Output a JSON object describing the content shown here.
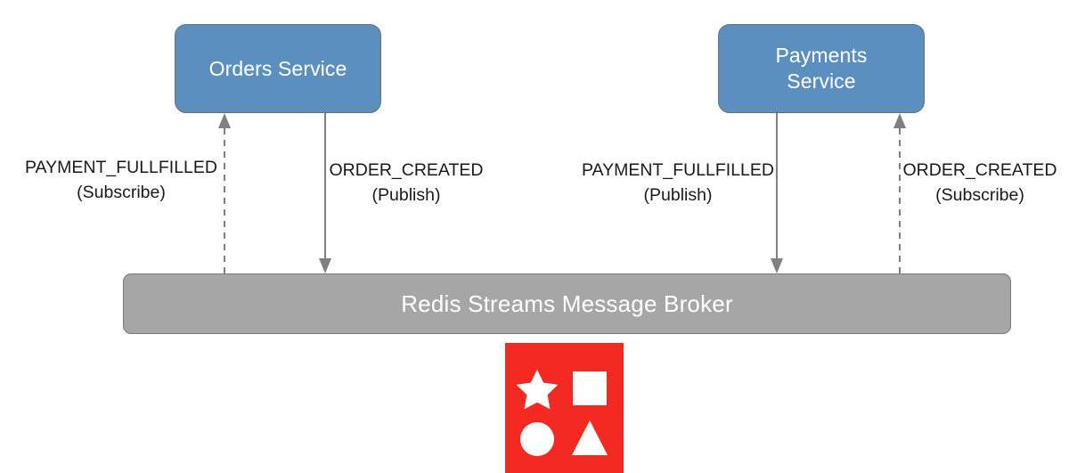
{
  "diagram": {
    "title": "Redis Streams pub/sub event flow between Orders and Payments services",
    "colors": {
      "service_fill": "#5b8fc0",
      "service_border": "#6f6f6f",
      "service_text": "#ffffff",
      "broker_fill": "#a6a6a6",
      "broker_border": "#7a7a7a",
      "broker_text": "#ffffff",
      "connector": "#808080",
      "label_text": "#1a1a1a",
      "logo_background": "#f42a22",
      "logo_shapes": "#ffffff",
      "page_background": "#ffffff"
    },
    "nodes": {
      "orders_service": {
        "label": "Orders Service"
      },
      "payments_service": {
        "label": "Payments\nService",
        "line1": "Payments",
        "line2": "Service"
      },
      "broker": {
        "label": "Redis Streams Message Broker"
      }
    },
    "edges": [
      {
        "id": "orders-subscribe",
        "event": "PAYMENT_FULLFILLED",
        "mode": "(Subscribe)",
        "style": "dashed",
        "direction": "up",
        "from": "broker",
        "to": "orders_service"
      },
      {
        "id": "orders-publish",
        "event": "ORDER_CREATED",
        "mode": "(Publish)",
        "style": "solid",
        "direction": "down",
        "from": "orders_service",
        "to": "broker"
      },
      {
        "id": "payments-publish",
        "event": "PAYMENT_FULLFILLED",
        "mode": "(Publish)",
        "style": "solid",
        "direction": "down",
        "from": "payments_service",
        "to": "broker"
      },
      {
        "id": "payments-subscribe",
        "event": "ORDER_CREATED",
        "mode": "(Subscribe)",
        "style": "dashed",
        "direction": "up",
        "from": "broker",
        "to": "payments_service"
      }
    ],
    "logo": {
      "name": "redis-logo",
      "shapes": [
        "star",
        "square",
        "circle",
        "triangle"
      ]
    }
  }
}
